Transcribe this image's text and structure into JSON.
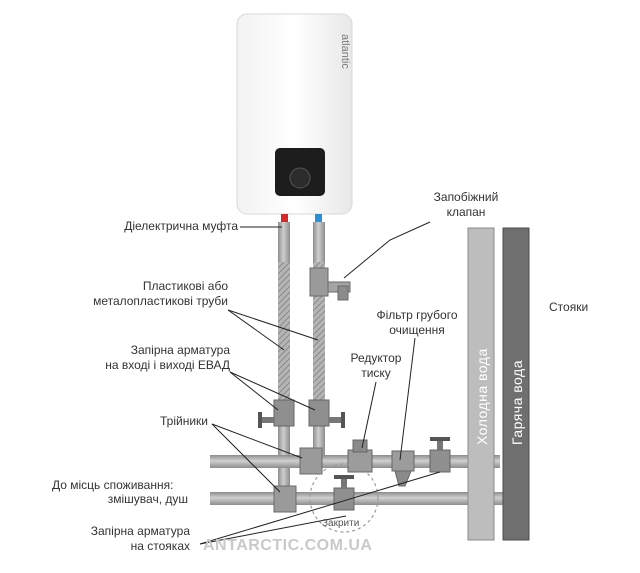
{
  "heater": {
    "brand": "atlantic"
  },
  "labels": {
    "dielectric_coupling": "Діелектрична муфта",
    "pipes": [
      "Пластикові або",
      "металопластикові труби"
    ],
    "shutoff_inlet_outlet": [
      "Запірна арматура",
      "на вході і виході ЕВАД"
    ],
    "tees": "Трійники",
    "consumers": [
      "До місць споживання:",
      "змішувач, душ"
    ],
    "shutoff_risers": [
      "Запірна арматура",
      "на стояках"
    ],
    "safety_valve": [
      "Запобіжний",
      "клапан"
    ],
    "coarse_filter": [
      "Фільтр грубого",
      "очищення"
    ],
    "pressure_reducer": [
      "Редуктор",
      "тиску"
    ],
    "risers": "Стояки",
    "closed": "Закрити"
  },
  "risers": {
    "cold": "Холодна вода",
    "hot": "Гаряча вода"
  },
  "watermark": "ANTARCTIC.COM.UA",
  "colors": {
    "pipe": "#a9a9a9",
    "pipe_dark": "#7c7c7c",
    "hot_riser": "#6e6e6e",
    "cold_riser": "#b8b8b8",
    "hot_marker": "#d42a2a",
    "cold_marker": "#2a8fd4",
    "leader": "#222222"
  }
}
